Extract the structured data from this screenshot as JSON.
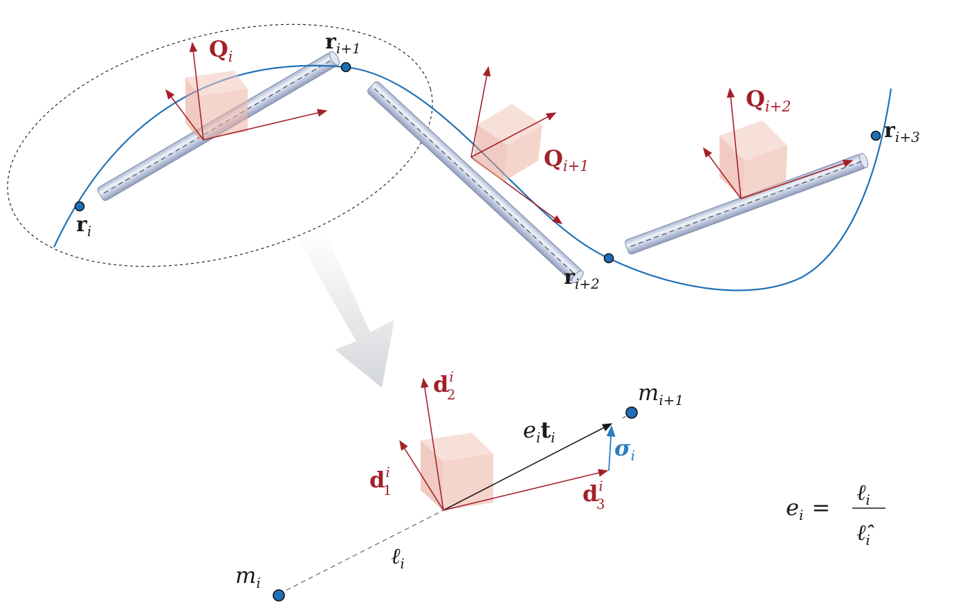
{
  "labels": {
    "r_i": {
      "base": "r",
      "sub": "i"
    },
    "r_i1": {
      "base": "r",
      "sub": "i+1"
    },
    "r_i2": {
      "base": "r",
      "sub": "i+2"
    },
    "r_i3": {
      "base": "r",
      "sub": "i+3"
    },
    "Q_i": {
      "base": "Q",
      "sub": "i"
    },
    "Q_i1": {
      "base": "Q",
      "sub": "i+1"
    },
    "Q_i2": {
      "base": "Q",
      "sub": "i+2"
    },
    "d1": {
      "base": "d",
      "sub": "1",
      "sup": "i"
    },
    "d2": {
      "base": "d",
      "sub": "2",
      "sup": "i"
    },
    "d3": {
      "base": "d",
      "sub": "3",
      "sup": "i"
    },
    "m_i": {
      "base": "m",
      "sub": "i"
    },
    "m_i1": {
      "base": "m",
      "sub": "i+1"
    },
    "sigma_i": {
      "base": "σ",
      "sub": "i"
    },
    "e_t": {
      "e": "e",
      "e_sub": "i",
      "t": "t",
      "t_sub": "i"
    },
    "ell_i": {
      "base": "ℓ",
      "sub": "i"
    },
    "formula": {
      "lhs": "e",
      "lhs_sub": "i",
      "eq": "=",
      "num": "ℓ",
      "num_sub": "i",
      "den": "ℓ̂",
      "den_sub": "i"
    }
  },
  "colors": {
    "curve": "#1f6fb5",
    "frame": "#a3202a",
    "node": "#1f6fb5",
    "sigma": "#2b7cc2",
    "cube": "#e8a090",
    "rod": "#c9d3e6",
    "text": "#1a1a1a"
  }
}
